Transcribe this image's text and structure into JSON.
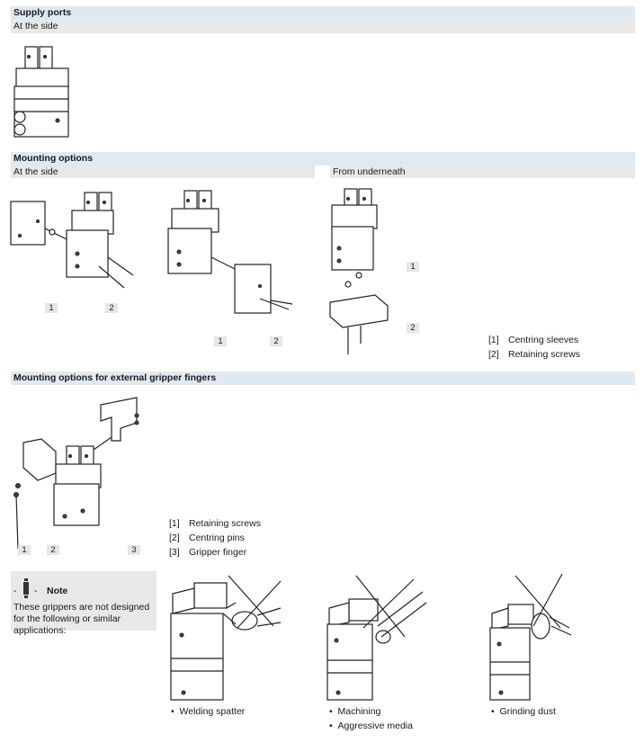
{
  "supply": {
    "title": "Supply ports",
    "sub": "At the side"
  },
  "mounting": {
    "title": "Mounting options",
    "sub_side": "At the side",
    "sub_under": "From underneath"
  },
  "mounting_labels": [
    "1",
    "2",
    "1",
    "2",
    "1",
    "2"
  ],
  "mounting_legend": [
    {
      "num": "[1]",
      "text": "Centring sleeves"
    },
    {
      "num": "[2]",
      "text": "Retaining screws"
    }
  ],
  "external": {
    "title": "Mounting options for external gripper fingers"
  },
  "external_labels": [
    "1",
    "2",
    "3"
  ],
  "external_legend": [
    {
      "num": "[1]",
      "text": "Retaining screws"
    },
    {
      "num": "[2]",
      "text": "Centring pins"
    },
    {
      "num": "[3]",
      "text": "Gripper finger"
    }
  ],
  "note": {
    "icon_name": "note-icon",
    "symbol": "-",
    "title": "Note",
    "text": "These grippers are not designed for the following or similar applications:"
  },
  "applications": [
    {
      "bullets": [
        "Welding spatter"
      ]
    },
    {
      "bullets": [
        "Machining",
        "Aggressive media"
      ]
    },
    {
      "bullets": [
        "Grinding dust"
      ]
    }
  ]
}
